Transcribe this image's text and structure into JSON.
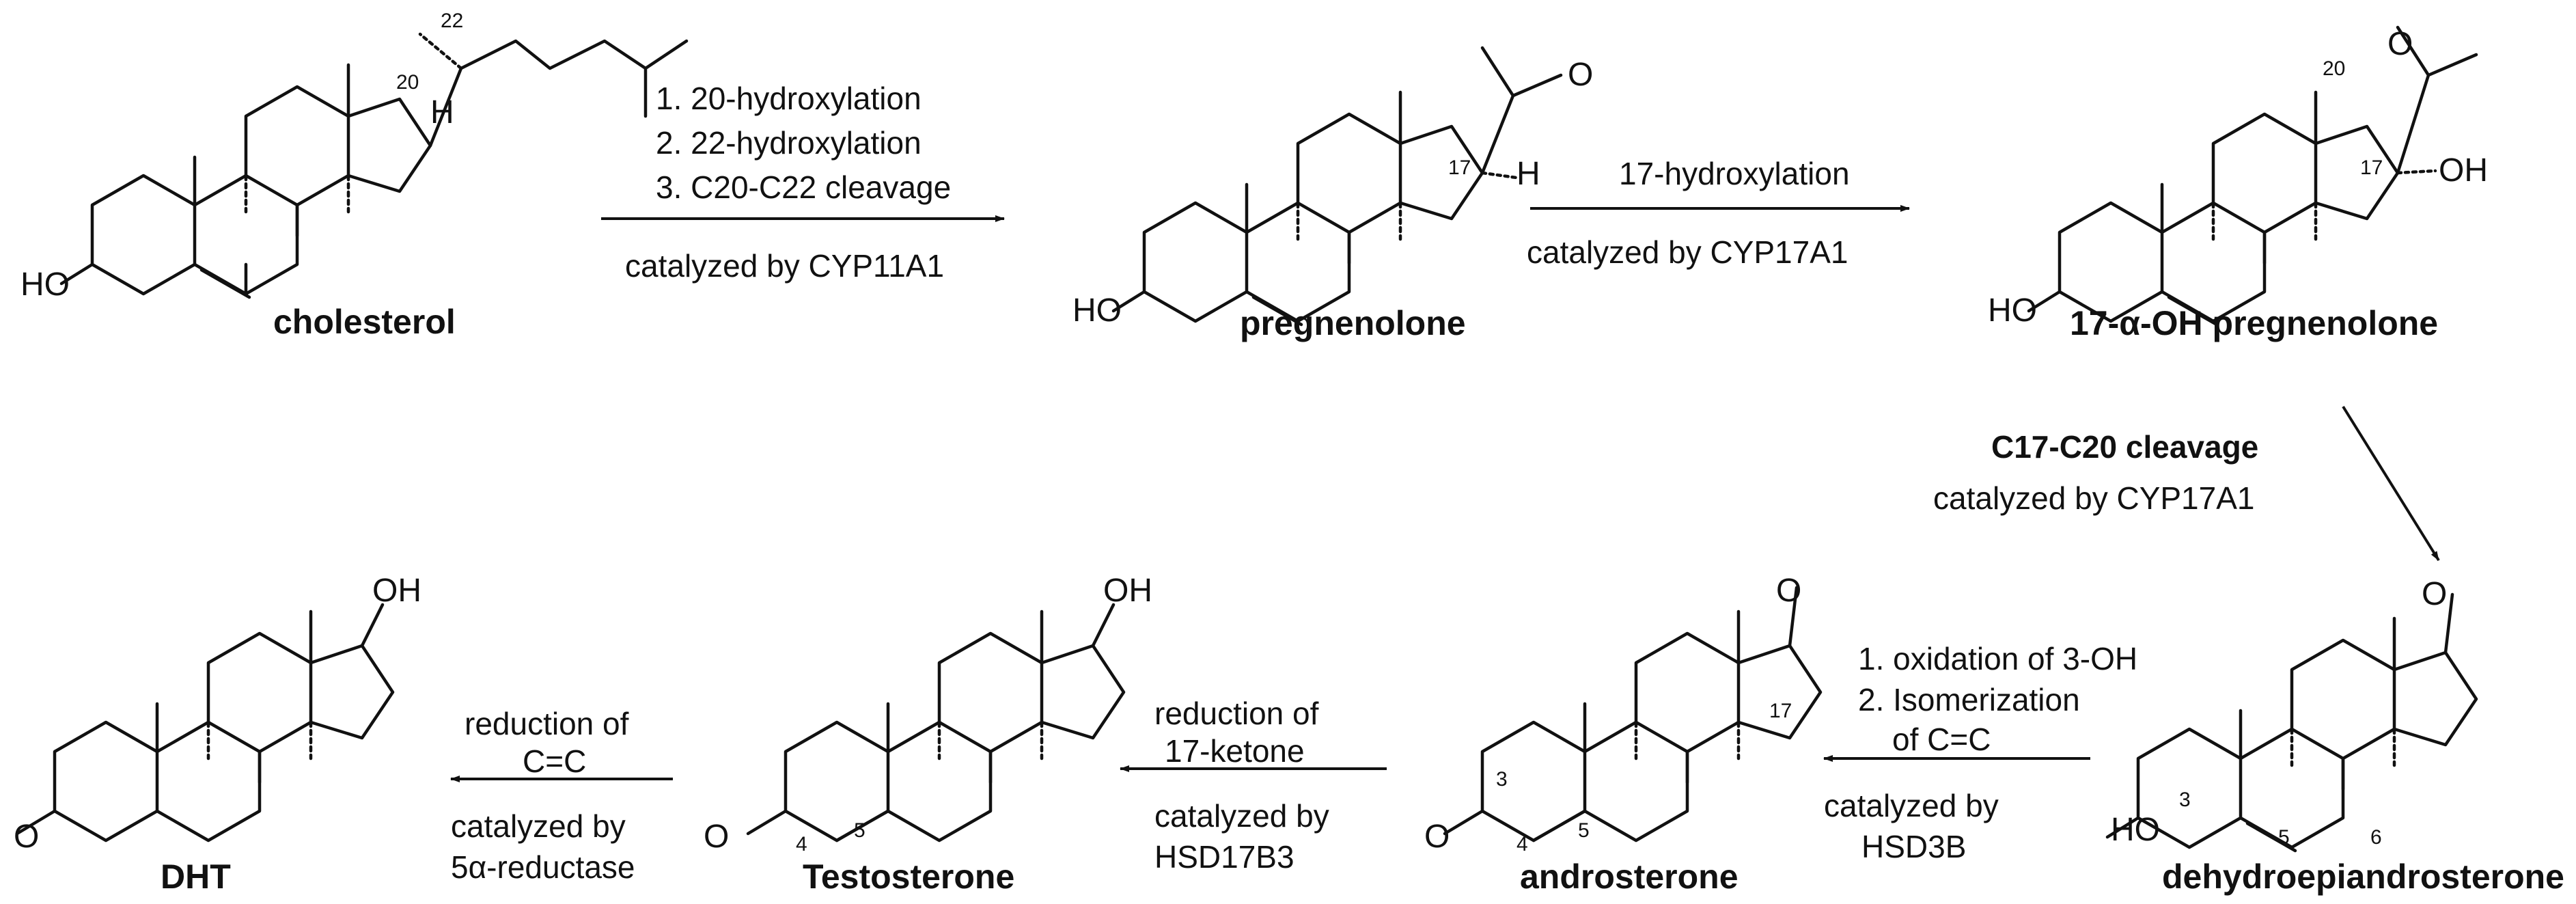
{
  "compounds": {
    "cholesterol": "cholesterol",
    "pregnenolone": "pregnenolone",
    "hydroxy_pregnenolone": "17-α-OH pregnenolone",
    "dhea": "dehydroepiandrosterone",
    "androsterone": "androsterone",
    "testosterone": "Testosterone",
    "dht": "DHT"
  },
  "steps": {
    "step1": {
      "lines": [
        "1. 20-hydroxylation",
        "2. 22-hydroxylation",
        "3. C20-C22 cleavage"
      ],
      "enzyme": "catalyzed by CYP11A1"
    },
    "step2": {
      "lines": [
        "17-hydroxylation"
      ],
      "enzyme": "catalyzed by CYP17A1"
    },
    "step3": {
      "lines": [
        "C17-C20 cleavage"
      ],
      "enzyme": "catalyzed by CYP17A1"
    },
    "step4": {
      "lines": [
        "1. oxidation of 3-OH",
        "2. Isomerization",
        "of C=C"
      ],
      "enzyme_lines": [
        "catalyzed by",
        "HSD3B"
      ]
    },
    "step5": {
      "lines": [
        "reduction of",
        "17-ketone"
      ],
      "enzyme_lines": [
        "catalyzed by",
        "HSD17B3"
      ]
    },
    "step6": {
      "lines": [
        "reduction of",
        "C=C"
      ],
      "enzyme_lines": [
        "catalyzed by",
        "5α-reductase"
      ]
    }
  },
  "atoms": {
    "ho": "HO",
    "oh": "OH",
    "h": "H",
    "o": "O"
  },
  "numbers": {
    "n3": "3",
    "n4": "4",
    "n5": "5",
    "n6": "6",
    "n17": "17",
    "n20": "20",
    "n22": "22"
  }
}
